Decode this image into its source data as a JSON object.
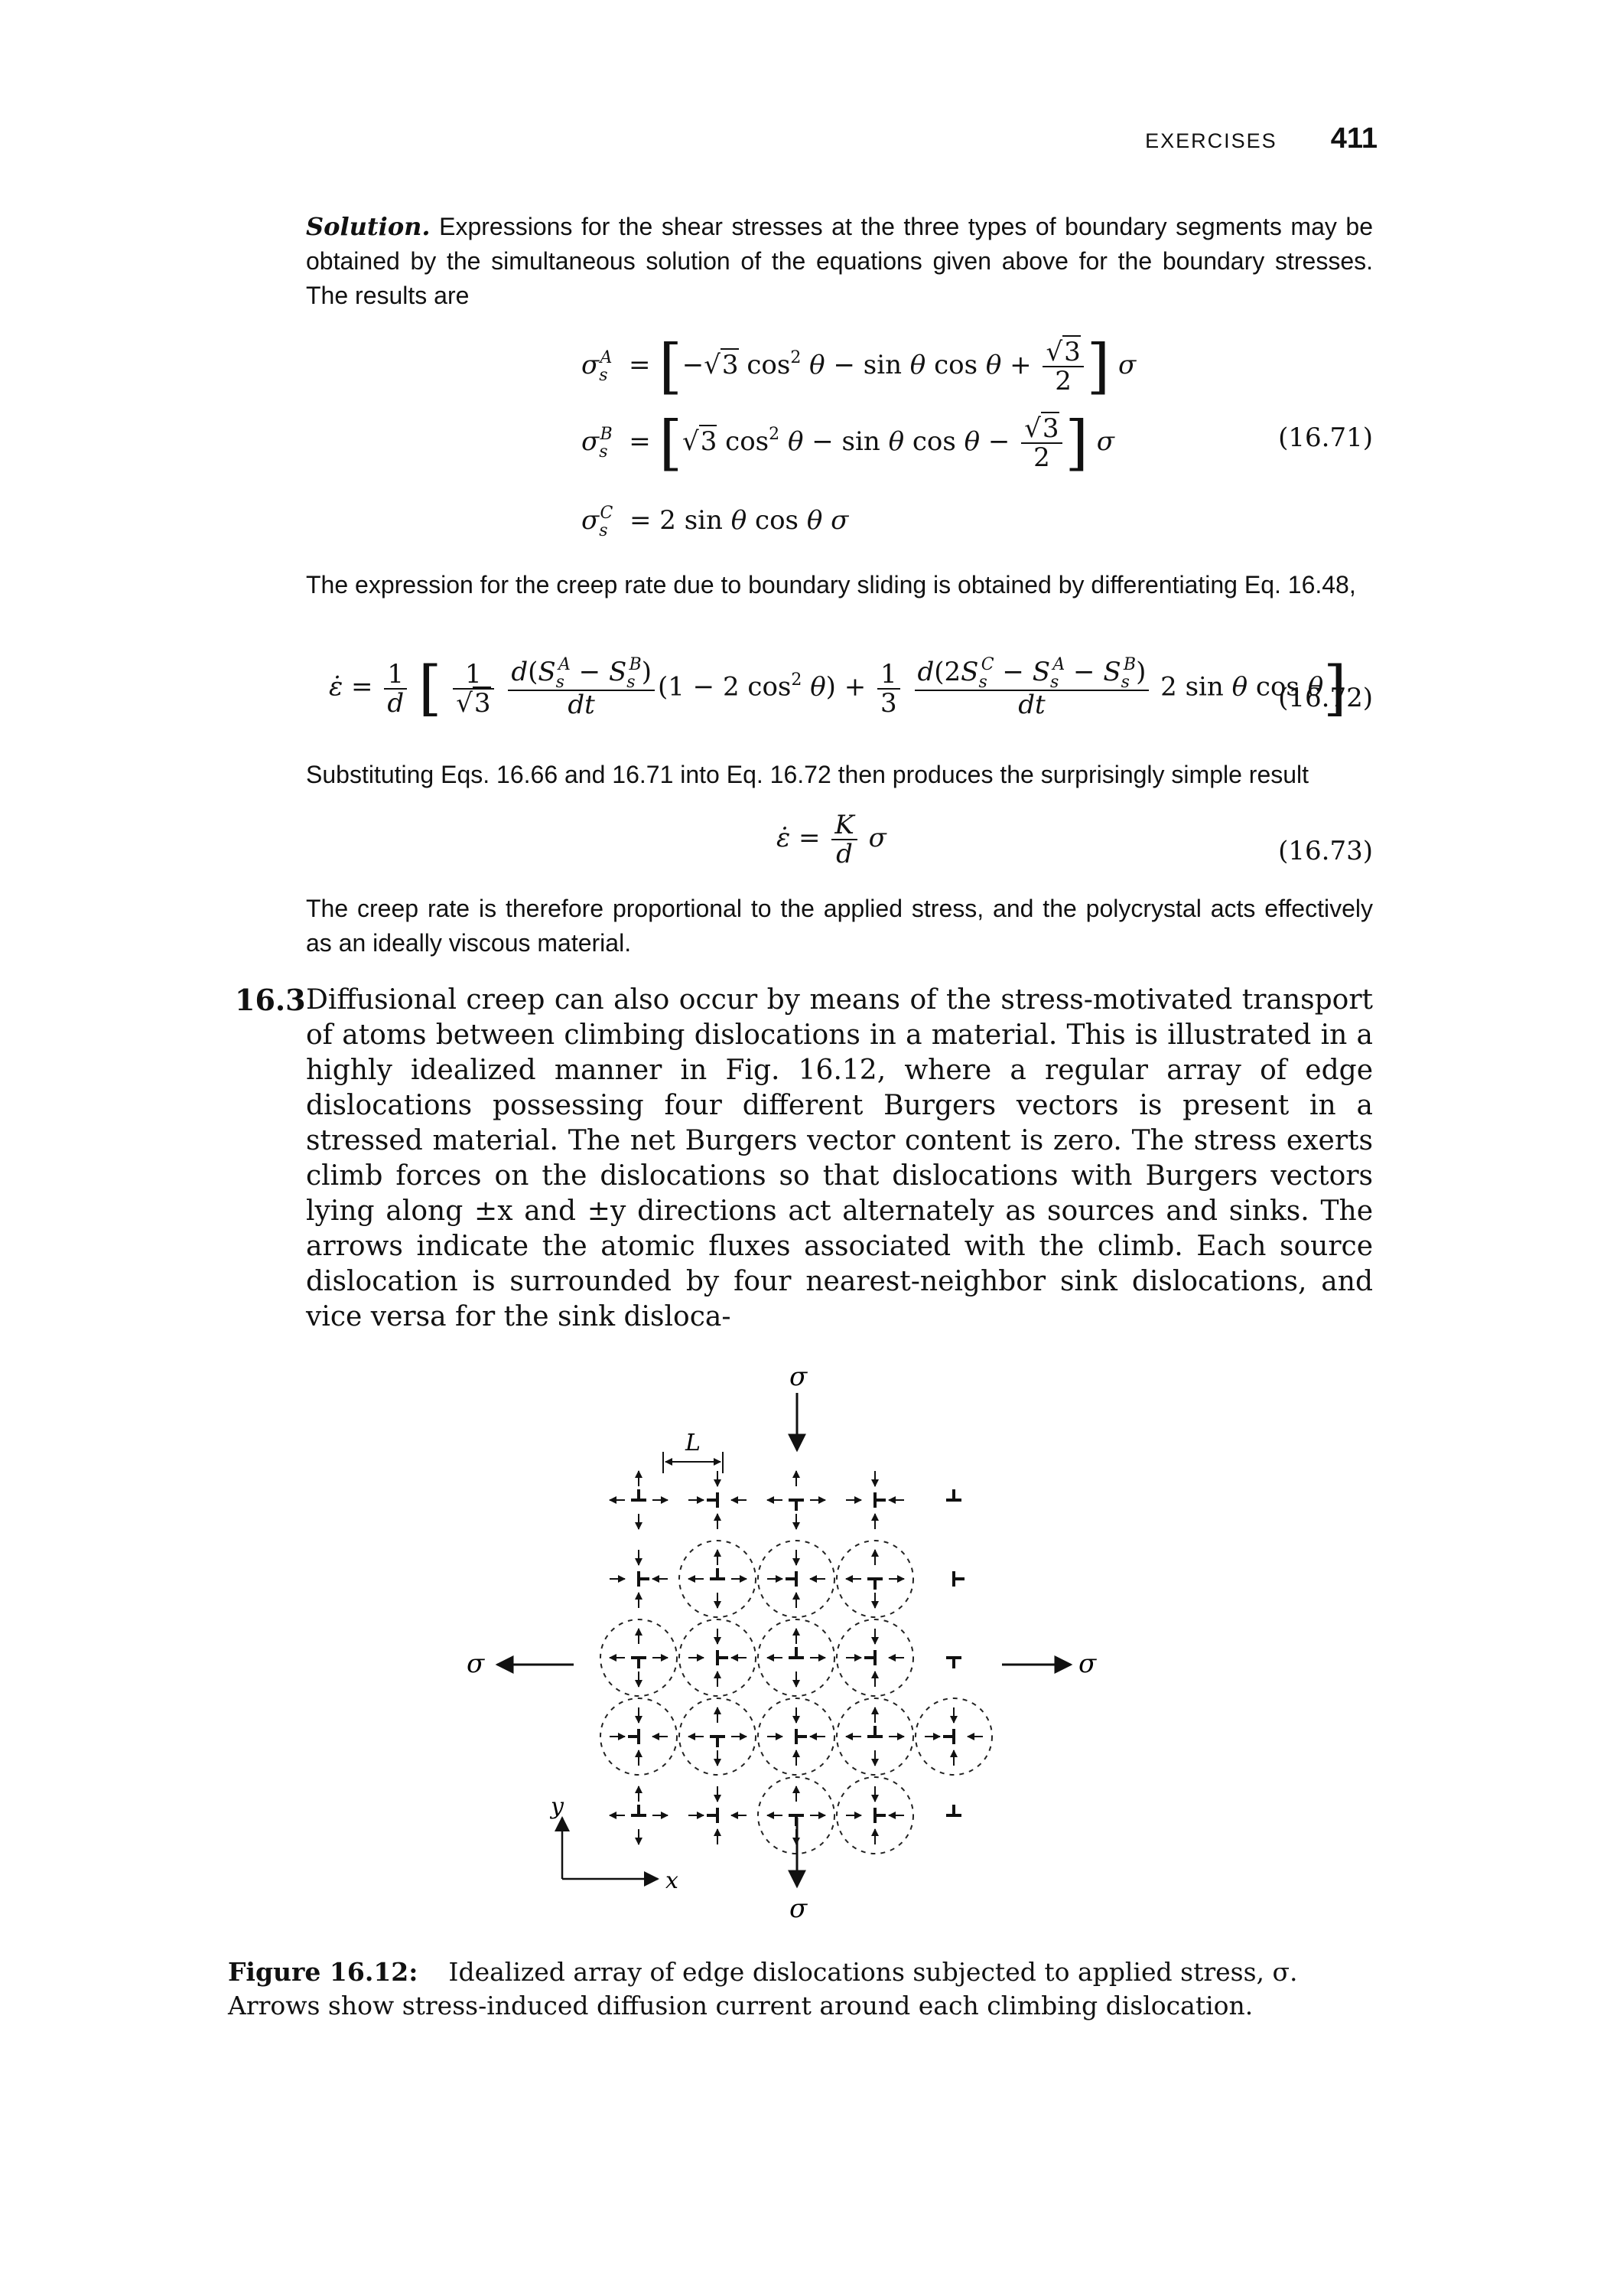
{
  "header": {
    "section": "EXERCISES",
    "page_number": "411"
  },
  "solution": {
    "lead": "Solution.",
    "intro": "Expressions for the shear stresses at the three types of boundary segments may be obtained by the simultaneous solution of the equations given above for the boundary stresses. The results are",
    "eq_number_1671": "(16.71)",
    "creep_text": "The expression for the creep rate due to boundary sliding is obtained by differentiating Eq. 16.48,",
    "eq_number_1672": "(16.72)",
    "substitute_text": "Substituting Eqs. 16.66 and 16.71 into Eq. 16.72 then produces the surprisingly simple result",
    "eq_number_1673": "(16.73)",
    "conclusion": "The creep rate is therefore proportional to the applied stress, and the polycrystal acts effectively as an ideally viscous material."
  },
  "problem": {
    "number": "16.3",
    "text": "Diffusional creep can also occur by means of the stress-motivated transport of atoms between climbing dislocations in a material. This is illustrated in a highly idealized manner in Fig. 16.12, where a regular array of edge dislocations possessing four different Burgers vectors is present in a stressed material. The net Burgers vector content is zero. The stress exerts climb forces on the dislocations so that dislocations with Burgers vectors lying along ±x and ±y directions act alternately as sources and sinks. The arrows indicate the atomic fluxes associated with the climb. Each source dislocation is surrounded by four nearest-neighbor sink dislocations, and vice versa for the sink disloca-"
  },
  "figure": {
    "labels": {
      "sigma": "σ",
      "L": "L",
      "x": "x",
      "y": "y"
    },
    "caption_label": "Figure 16.12:",
    "caption_text": "Idealized array of edge dislocations subjected to applied stress, σ. Arrows show stress-induced diffusion current around each climbing dislocation."
  }
}
